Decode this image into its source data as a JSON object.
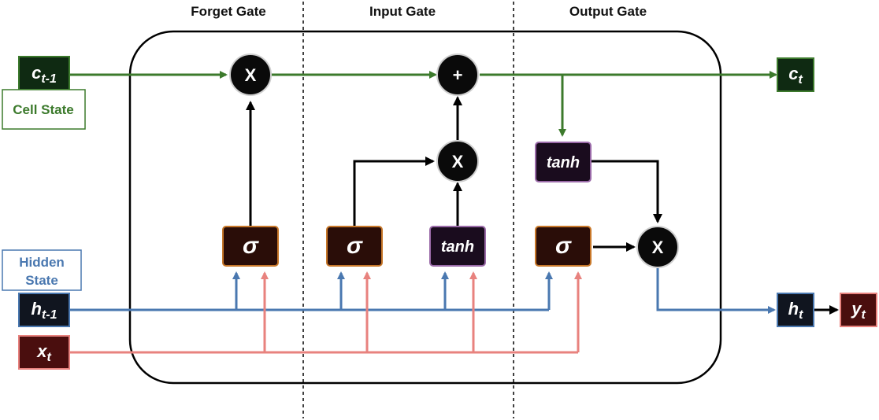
{
  "gates": {
    "forget": "Forget Gate",
    "input": "Input Gate",
    "output": "Output Gate"
  },
  "inputs": {
    "cell_prev": {
      "base": "c",
      "sub": "t-1"
    },
    "hidden_prev": {
      "base": "h",
      "sub": "t-1"
    },
    "x": {
      "base": "x",
      "sub": "t"
    }
  },
  "outputs": {
    "cell": {
      "base": "c",
      "sub": "t"
    },
    "hidden": {
      "base": "h",
      "sub": "t"
    },
    "y": {
      "base": "y",
      "sub": "t"
    }
  },
  "tags": {
    "cell_state": "Cell State",
    "hidden_state_line1": "Hidden",
    "hidden_state_line2": "State"
  },
  "ops": {
    "multiply": "X",
    "add": "+",
    "sigma": "σ",
    "tanh": "tanh"
  },
  "colors": {
    "cell_line": "#3c7a2c",
    "hidden_line": "#4a78b0",
    "input_line": "#e8827e",
    "cell_box": "#0f2a12",
    "sigma_box": "#2a0d08",
    "sigma_border": "#c8782a",
    "tanh_box": "#1a0c1e",
    "tanh_border": "#9a6aa8",
    "x_box": "#4a0e0e"
  }
}
